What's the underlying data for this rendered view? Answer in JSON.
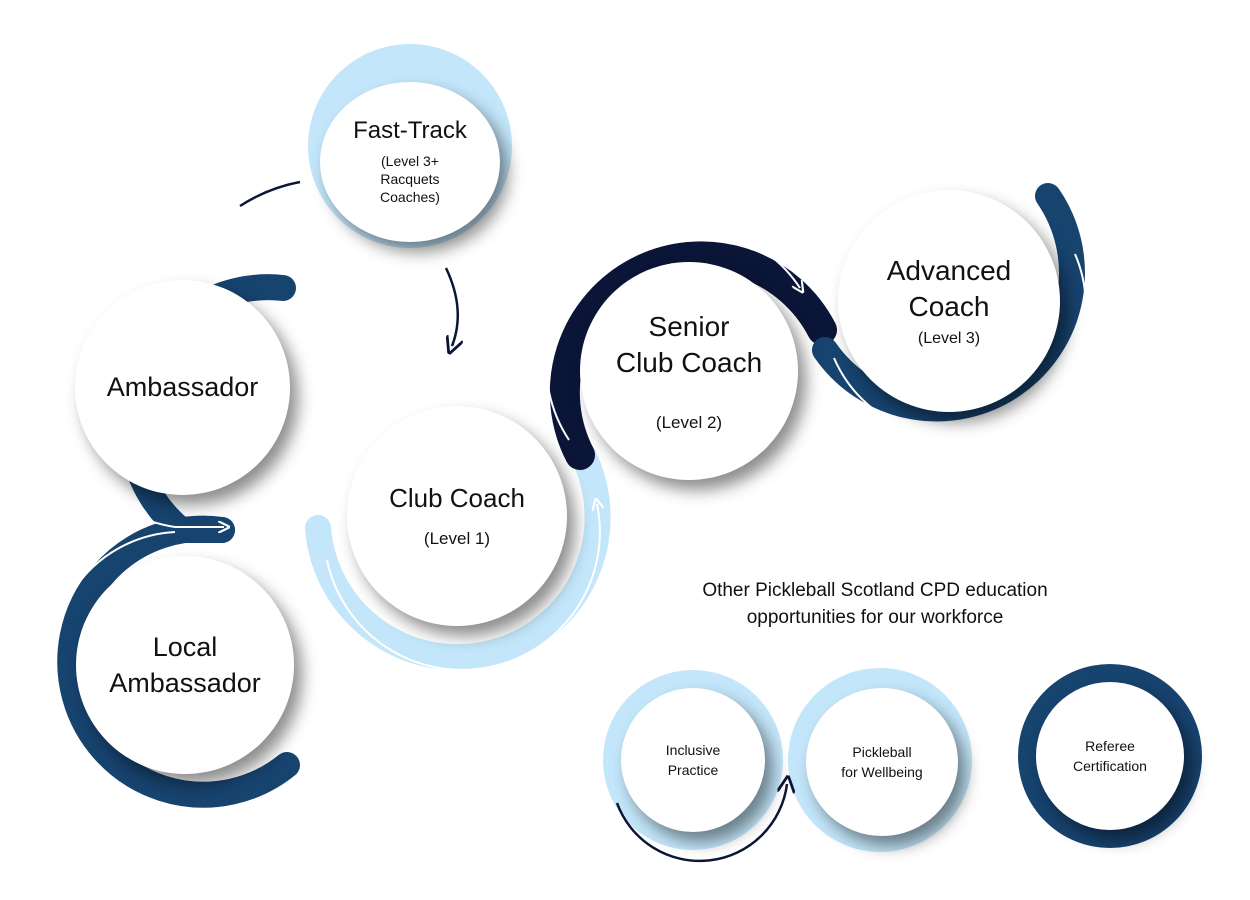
{
  "colors": {
    "navy_dark": "#0b1538",
    "navy": "#17436f",
    "light_blue": "#c3e6fa",
    "white": "#ffffff",
    "text": "#111111"
  },
  "pathway": {
    "fast_track": {
      "title": "Fast-Track",
      "subtitle": "(Level 3+\nRacquets\nCoaches)"
    },
    "ambassador": {
      "title": "Ambassador"
    },
    "local_ambassador": {
      "title": "Local\nAmbassador"
    },
    "club_coach": {
      "title": "Club Coach",
      "subtitle": "(Level 1)"
    },
    "senior_club_coach": {
      "title": "Senior\nClub Coach",
      "subtitle": "(Level 2)"
    },
    "advanced_coach": {
      "title": "Advanced\nCoach",
      "subtitle": "(Level 3)"
    }
  },
  "cpd": {
    "heading": "Other Pickleball Scotland CPD education\nopportunities for our workforce",
    "inclusive_practice": "Inclusive\nPractice",
    "pickleball_for_wellbeing": "Pickleball\nfor Wellbeing",
    "referee_certification": "Referee\nCertification"
  }
}
